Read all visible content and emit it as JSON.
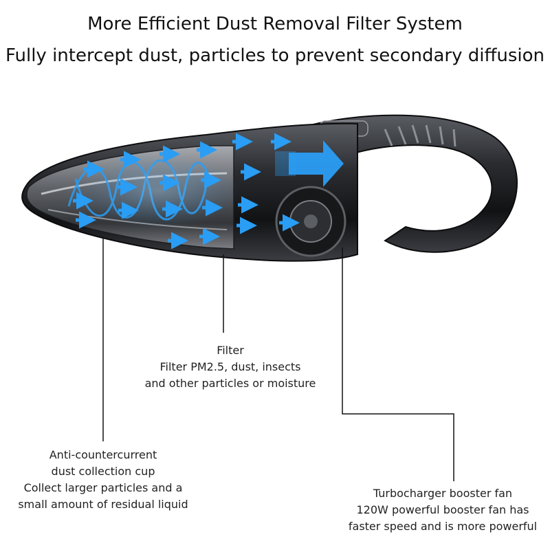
{
  "header": {
    "title": "More Efficient Dust Removal Filter System",
    "subtitle": "Fully intercept dust, particles to prevent secondary diffusion"
  },
  "callouts": {
    "filter": {
      "name": "Filter",
      "line1": "Filter PM2.5, dust, insects",
      "line2": "and other particles or moisture"
    },
    "cup": {
      "line1": "Anti-countercurrent",
      "line2": "dust collection cup",
      "line3": "Collect larger particles and a",
      "line4": "small amount of residual liquid"
    },
    "fan": {
      "line1": "Turbocharger booster fan",
      "line2": "120W powerful booster fan has",
      "line3": "faster speed and is more powerful"
    }
  },
  "colors": {
    "airflow": "#2a9df4",
    "body": "#2b2d31",
    "leader_line": "#111111"
  },
  "icons": {
    "airflow_arrow": "arrow-right-icon",
    "product": "handheld-vacuum-cleaner"
  }
}
